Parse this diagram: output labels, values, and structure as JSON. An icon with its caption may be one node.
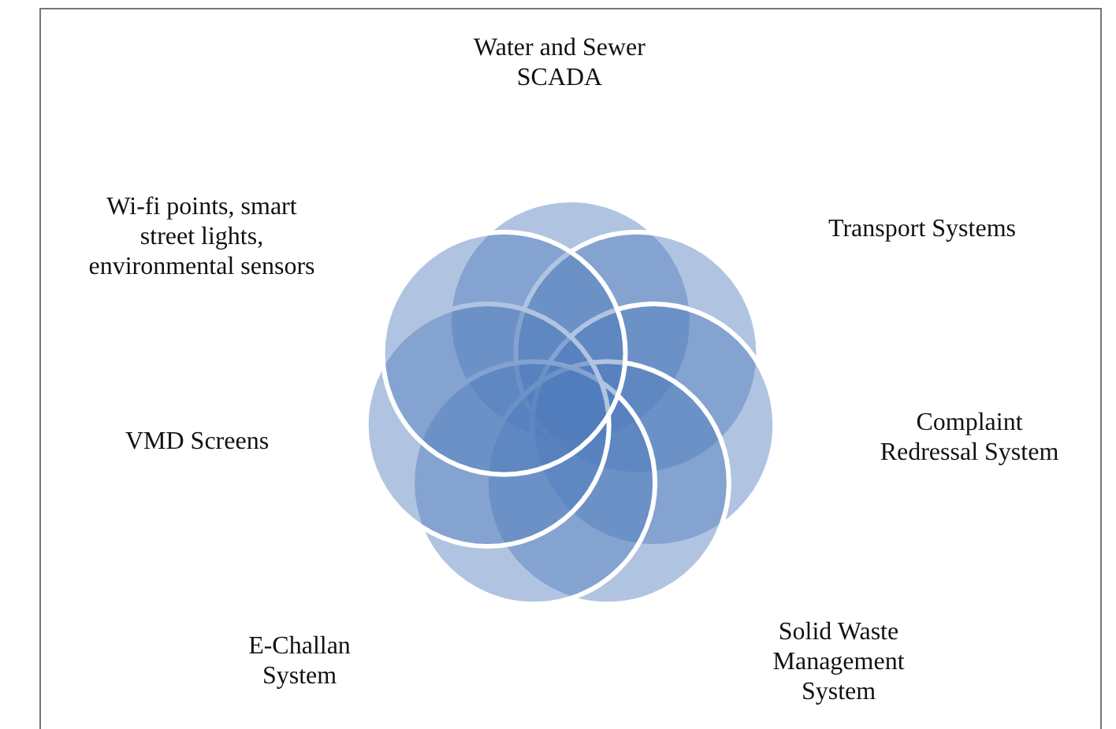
{
  "diagram": {
    "nodes": [
      {
        "text": [],
        "shape": "circle"
      },
      {
        "text": [],
        "shape": "circle"
      },
      {
        "text": [],
        "shape": "circle"
      },
      {
        "text": [],
        "shape": "circle"
      },
      {
        "text": [],
        "shape": "circle"
      },
      {
        "text": [],
        "shape": "circle"
      },
      {
        "text": [],
        "shape": "circle"
      }
    ],
    "labels": [
      "Water and Sewer SCADA",
      "Wi-fi points, smart street lights, environmental sensors",
      "Transport Systems",
      "VMD Screens",
      "Complaint Redressal System",
      "E-Challan System",
      "Solid Waste Management System"
    ]
  }
}
